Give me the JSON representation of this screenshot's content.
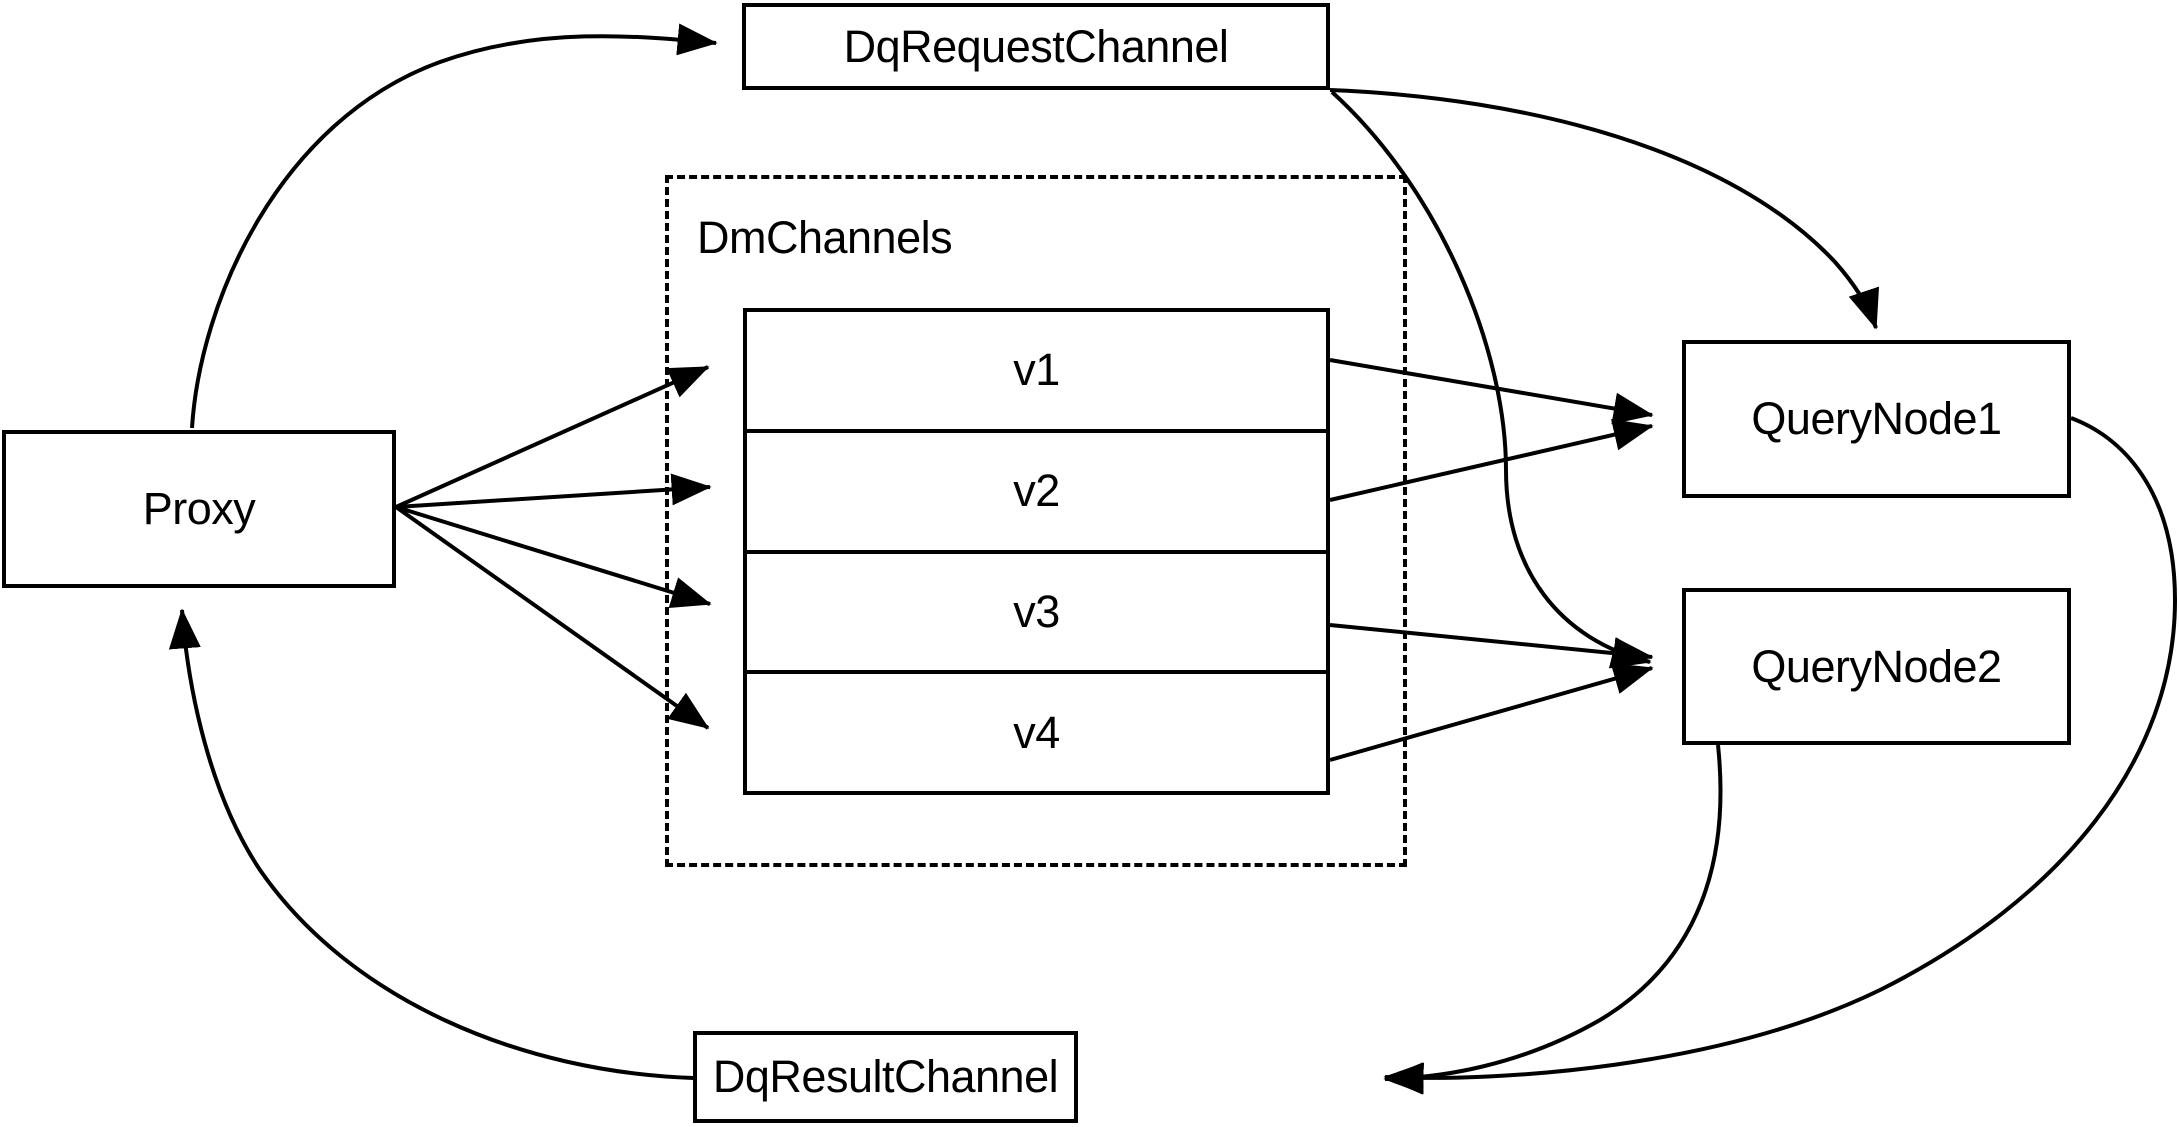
{
  "diagram": {
    "title": "Milvus distributed query routing diagram",
    "stroke_color": "#000000",
    "background_color": "#ffffff",
    "nodes": {
      "proxy": {
        "label": "Proxy"
      },
      "dq_request_channel": {
        "label": "DqRequestChannel"
      },
      "dq_result_channel": {
        "label": "DqResultChannel"
      },
      "query_node_1": {
        "label": "QueryNode1"
      },
      "query_node_2": {
        "label": "QueryNode2"
      }
    },
    "group": {
      "label": "DmChannels",
      "style": "dashed"
    },
    "vchannels": [
      {
        "label": "v1"
      },
      {
        "label": "v2"
      },
      {
        "label": "v3"
      },
      {
        "label": "v4"
      }
    ],
    "edges": [
      {
        "name": "proxy-to-dq-request-channel",
        "from": "Proxy",
        "to": "DqRequestChannel",
        "arrow": true
      },
      {
        "name": "proxy-to-v1",
        "from": "Proxy",
        "to": "v1",
        "arrow": true
      },
      {
        "name": "proxy-to-v2",
        "from": "Proxy",
        "to": "v2",
        "arrow": true
      },
      {
        "name": "proxy-to-v3",
        "from": "Proxy",
        "to": "v3",
        "arrow": true
      },
      {
        "name": "proxy-to-v4",
        "from": "Proxy",
        "to": "v4",
        "arrow": true
      },
      {
        "name": "dq-request-channel-to-query-node-1",
        "from": "DqRequestChannel",
        "to": "QueryNode1",
        "arrow": true
      },
      {
        "name": "dq-request-channel-to-query-node-2",
        "from": "DqRequestChannel",
        "to": "QueryNode2",
        "arrow": true
      },
      {
        "name": "v1-to-query-node-1",
        "from": "v1",
        "to": "QueryNode1",
        "arrow": true
      },
      {
        "name": "v2-to-query-node-1",
        "from": "v2",
        "to": "QueryNode1",
        "arrow": true
      },
      {
        "name": "v3-to-query-node-2",
        "from": "v3",
        "to": "QueryNode2",
        "arrow": true
      },
      {
        "name": "v4-to-query-node-2",
        "from": "v4",
        "to": "QueryNode2",
        "arrow": true
      },
      {
        "name": "query-node-1-to-dq-result-channel",
        "from": "QueryNode1",
        "to": "DqResultChannel",
        "arrow": true
      },
      {
        "name": "query-node-2-to-dq-result-channel",
        "from": "QueryNode2",
        "to": "DqResultChannel",
        "arrow": true
      },
      {
        "name": "dq-result-channel-to-proxy",
        "from": "DqResultChannel",
        "to": "Proxy",
        "arrow": true
      }
    ]
  }
}
